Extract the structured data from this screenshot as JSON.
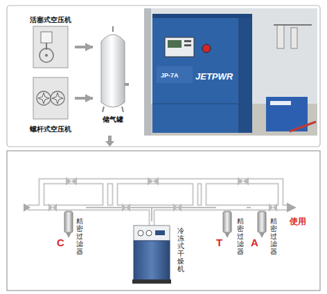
{
  "diagram": {
    "nodes": [
      {
        "text": [
          "活塞式空压机"
        ]
      },
      {
        "text": [
          "螺杆式空压机"
        ]
      },
      {
        "text": [
          "储气罐"
        ]
      },
      {
        "text": [
          "C",
          "精密过滤器"
        ]
      },
      {
        "text": [
          "冷冻式干燥机"
        ]
      },
      {
        "text": [
          "T",
          "精密过滤器"
        ]
      },
      {
        "text": [
          "A",
          "精密过滤器"
        ]
      }
    ],
    "edges": [
      {
        "from": 0,
        "to": 2,
        "arrow": "to"
      },
      {
        "from": 1,
        "to": 2,
        "arrow": "to"
      },
      {
        "from": 3,
        "to": 4,
        "arrow": "none"
      },
      {
        "from": 4,
        "to": 5,
        "arrow": "none"
      },
      {
        "from": 5,
        "to": 6,
        "arrow": "none"
      }
    ],
    "labels": [
      "JP-7A",
      "JETPWR",
      "使用"
    ]
  }
}
